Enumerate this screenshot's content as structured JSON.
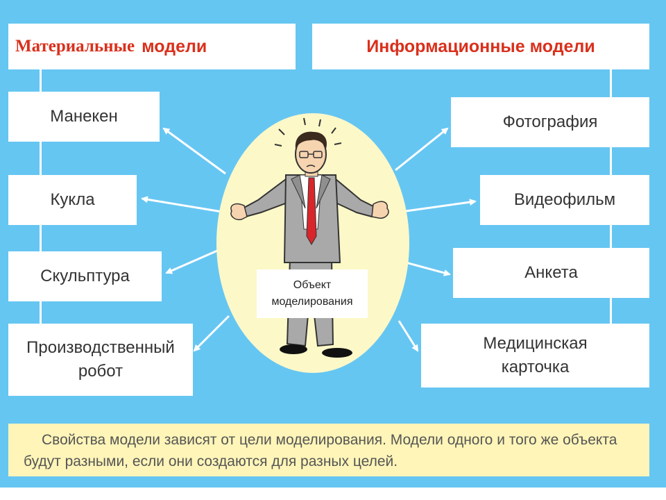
{
  "headers": {
    "material_part1": "Материальные",
    "material_part2": "модели",
    "information": "Информационные модели"
  },
  "material_models": [
    "Манекен",
    "Кукла",
    "Скульптура",
    "Производственный робот"
  ],
  "information_models": [
    "Фотография",
    "Видеофильм",
    "Анкета",
    "Медицинская карточка"
  ],
  "center": {
    "line1": "Объект",
    "line2": "моделирования"
  },
  "caption": "Свойства модели зависят от цели моделирования. Модели одного и того же объекта будут разными, если они создаются для разных целей.",
  "colors": {
    "background": "#66c6f2",
    "header_text": "#d9301c",
    "caption_bg": "#fff5b8",
    "ellipse": "#fcf8c8",
    "tie": "#d8262b",
    "suit": "#a9a9a9"
  }
}
